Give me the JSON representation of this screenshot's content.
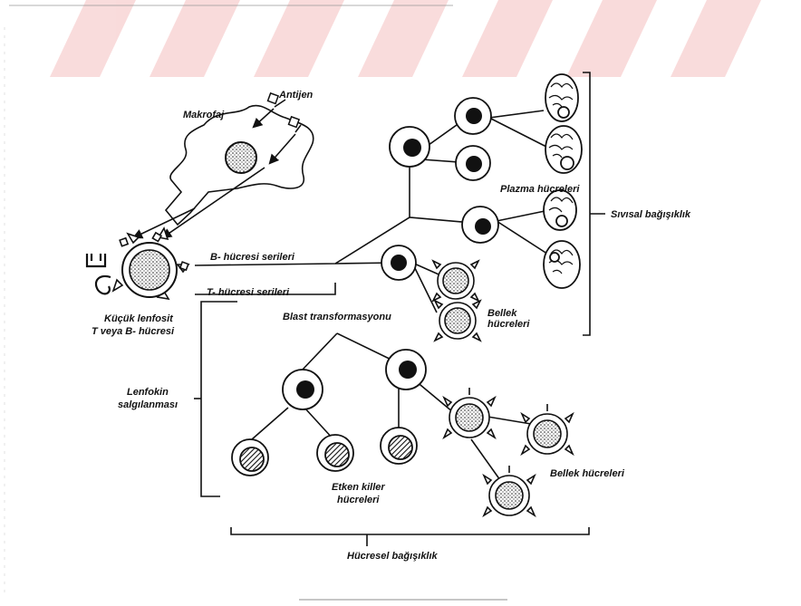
{
  "labels": {
    "antijen": "Antijen",
    "makrofaj": "Makrofaj",
    "kucuk_lenfosit_1": "Küçük lenfosit",
    "kucuk_lenfosit_2": "T veya B- hücresi",
    "b_series": "B- hücresi serileri",
    "t_series": "T- hücresi serileri",
    "blast": "Blast transformasyonu",
    "plazma": "Plazma hücreleri",
    "sivisal": "Sıvısal bağışıklık",
    "bellek_b_1": "Bellek",
    "bellek_b_2": "hücreleri",
    "lenfokin_1": "Lenfokin",
    "lenfokin_2": "salgılanması",
    "etken_1": "Etken killer",
    "etken_2": "hücreleri",
    "bellek_t": "Bellek hücreleri",
    "hucresel": "Hücresel bağışıklık"
  },
  "colors": {
    "banner": "#f6c9c9",
    "ink": "#111111"
  }
}
